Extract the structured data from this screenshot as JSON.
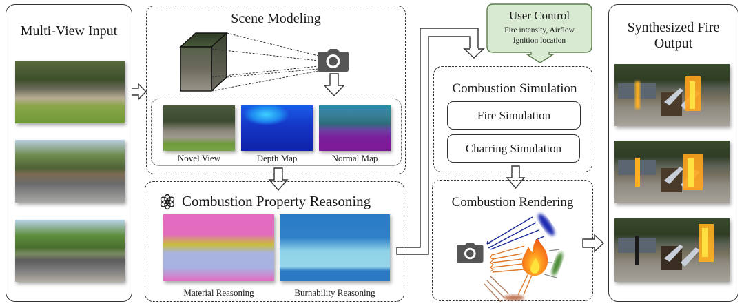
{
  "input_panel": {
    "title": "Multi-View Input",
    "images": [
      {
        "label": "park-view-1"
      },
      {
        "label": "park-view-2"
      },
      {
        "label": "park-view-3"
      }
    ]
  },
  "scene_modeling": {
    "title": "Scene Modeling",
    "camera_icon": "camera-icon",
    "outputs": [
      {
        "caption": "Novel View"
      },
      {
        "caption": "Depth Map"
      },
      {
        "caption": "Normal Map"
      }
    ]
  },
  "property_reasoning": {
    "title": "Combustion Property Reasoning",
    "icon": "openai-logo-icon",
    "outputs": [
      {
        "caption": "Material Reasoning"
      },
      {
        "caption": "Burnability Reasoning"
      }
    ]
  },
  "user_control": {
    "title": "User Control",
    "line1": "Fire intensity, Airflow",
    "line2": "Ignition location",
    "fill_color": "#d9ead3",
    "border_color": "#5a7a4a"
  },
  "combustion_simulation": {
    "title": "Combustion Simulation",
    "items": [
      {
        "label": "Fire Simulation"
      },
      {
        "label": "Charring Simulation"
      }
    ]
  },
  "combustion_rendering": {
    "title": "Combustion Rendering",
    "icons": [
      "camera-icon",
      "fire-icon"
    ],
    "colors": {
      "blue_rays": "#1a2a9a",
      "orange_rays": "#e07a2a",
      "brown_rays": "#b07a5a",
      "green_blob": "#4a8a3a",
      "blue_blob": "#1a2ab0"
    }
  },
  "output_panel": {
    "title_line1": "Synthesized Fire",
    "title_line2": "Output",
    "images": [
      {
        "label": "fire-output-1"
      },
      {
        "label": "fire-output-2"
      },
      {
        "label": "fire-output-3"
      }
    ]
  }
}
